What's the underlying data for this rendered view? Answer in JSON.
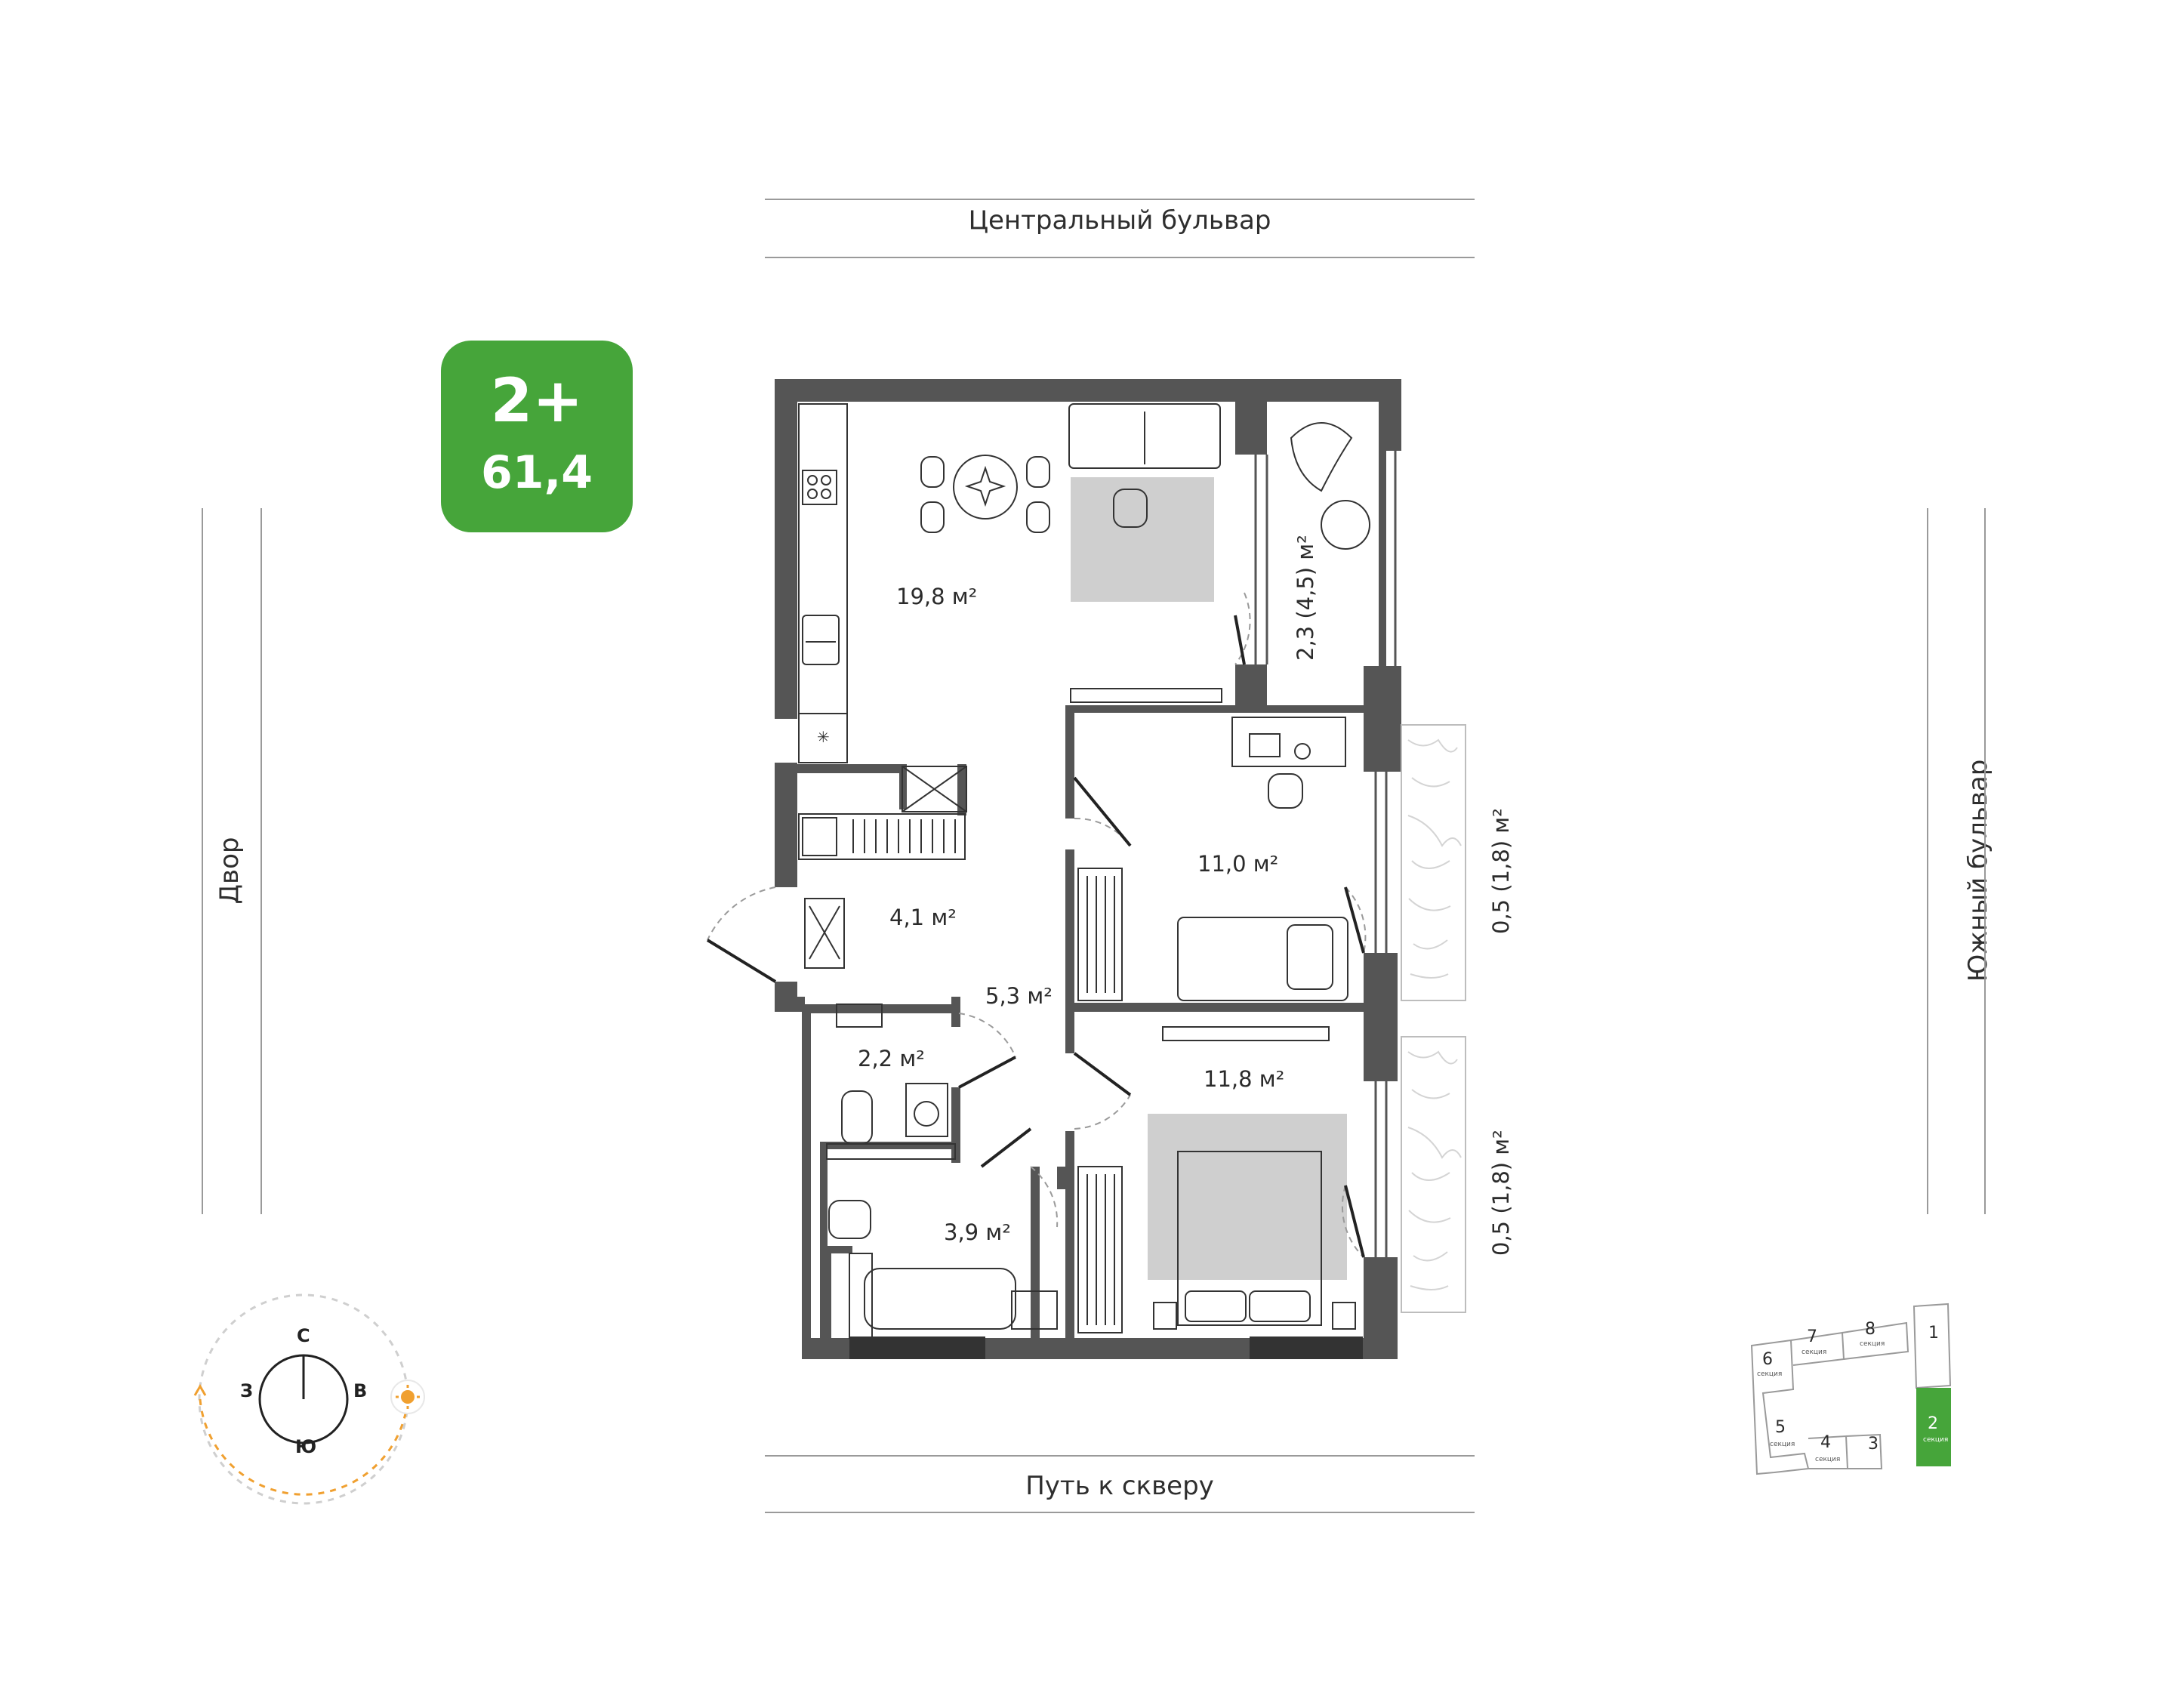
{
  "streets": {
    "top": "Центральный бульвар",
    "bottom": "Путь к скверу",
    "left": "Двор",
    "right": "Южный бульвар"
  },
  "badge": {
    "rooms": "2+",
    "area": "61,4",
    "color": "#46a53a"
  },
  "rooms": {
    "kitchen_living": "19,8 м²",
    "loggia_top": "2,3 (4,5) м²",
    "bedroom_small": "11,0 м²",
    "balcony_1": "0,5 (1,8) м²",
    "hall": "4,1 м²",
    "corridor": "5,3 м²",
    "wc": "2,2 м²",
    "bedroom_large": "11,8 м²",
    "balcony_2": "0,5 (1,8) м²",
    "bathroom": "3,9 м²"
  },
  "compass": {
    "north": "С",
    "south": "Ю",
    "west": "З",
    "east": "В",
    "sun_color": "#f0a030"
  },
  "sections": {
    "items": [
      {
        "num": "1",
        "sub": ""
      },
      {
        "num": "2",
        "sub": "секция",
        "active": true
      },
      {
        "num": "3",
        "sub": ""
      },
      {
        "num": "4",
        "sub": "секция"
      },
      {
        "num": "5",
        "sub": "секция"
      },
      {
        "num": "6",
        "sub": "секция"
      },
      {
        "num": "7",
        "sub": "секция"
      },
      {
        "num": "8",
        "sub": "секция"
      }
    ],
    "active_color": "#46a53a"
  },
  "colors": {
    "wall": "#555555",
    "furniture_grey": "#cfcfcf"
  }
}
